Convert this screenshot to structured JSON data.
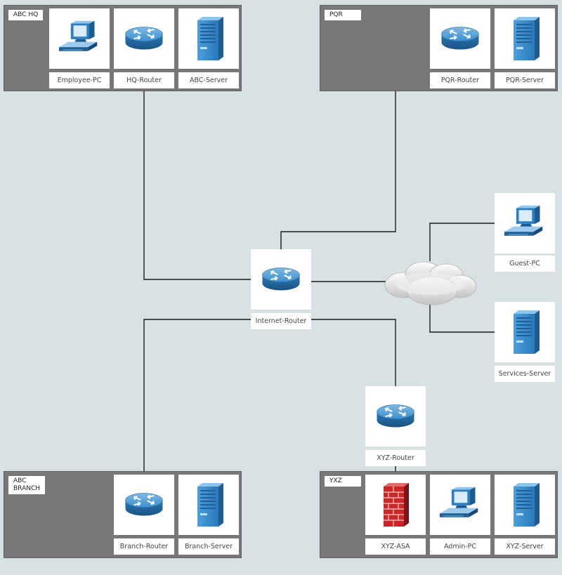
{
  "sites": {
    "abc_hq": "ABC HQ",
    "pqr": "PQR",
    "abc_branch": "ABC\nBRANCH",
    "xyz": "YXZ"
  },
  "devices": {
    "employee_pc": "Employee-PC",
    "hq_router": "HQ-Router",
    "abc_server": "ABC-Server",
    "pqr_router": "PQR-Router",
    "pqr_server": "PQR-Server",
    "internet_router": "Internet-Router",
    "guest_pc": "Guest-PC",
    "services_server": "Services-Server",
    "xyz_router": "XYZ-Router",
    "branch_router": "Branch-Router",
    "branch_server": "Branch-Server",
    "xyz_asa": "XYZ-ASA",
    "admin_pc": "Admin-PC",
    "xyz_server": "XYZ-Server"
  },
  "icons": {
    "pc": "pc-icon",
    "router": "router-icon",
    "server": "server-icon",
    "firewall": "firewall-icon",
    "cloud": "cloud-icon"
  },
  "colors": {
    "background": "#d9e2e2",
    "site_box": "#787878",
    "device_blue": "#2f7fc0",
    "firewall_red": "#c9262a",
    "link": "#1a1a1a"
  }
}
